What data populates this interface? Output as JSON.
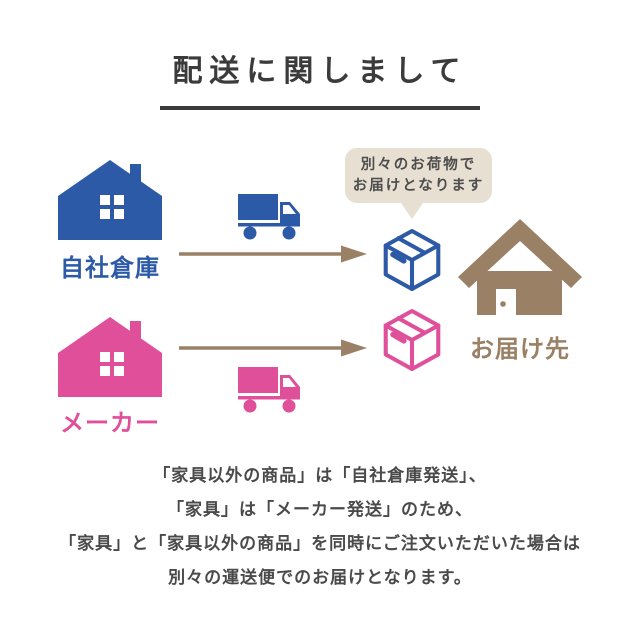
{
  "title": {
    "text": "配送に関しまして"
  },
  "colors": {
    "blue": "#2d5aa7",
    "pink": "#e0509a",
    "brown": "#9a8166",
    "bubble_bg": "#e7dfd2",
    "title_text": "#3b3b3b",
    "body_text": "#4a4a4a",
    "bubble_text": "#4d4d4d"
  },
  "diagram": {
    "warehouse_label": "自社倉庫",
    "maker_label": "メーカー",
    "destination_label": "お届け先",
    "bubble_lines": [
      "別々のお荷物で",
      "お届けとなります"
    ]
  },
  "footer": {
    "lines": [
      "「家具以外の商品」は「自社倉庫発送」、",
      "「家具」は「メーカー発送」のため、",
      "「家具」と「家具以外の商品」を同時にご注文いただいた場合は",
      "別々の運送便でのお届けとなります。"
    ]
  }
}
